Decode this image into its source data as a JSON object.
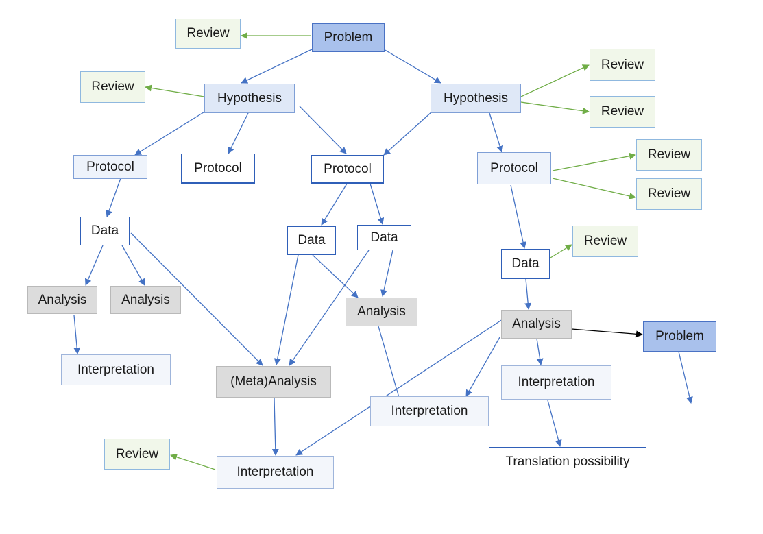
{
  "colors": {
    "blue_arrow": "#4472c4",
    "green_arrow": "#70ad47",
    "black_arrow": "#000000"
  },
  "nodes": {
    "review_top": "Review",
    "problem_top": "Problem",
    "review_left": "Review",
    "hypothesis_left": "Hypothesis",
    "hypothesis_right": "Hypothesis",
    "review_r1": "Review",
    "review_r2": "Review",
    "protocol_1": "Protocol",
    "protocol_2": "Protocol",
    "protocol_3": "Protocol",
    "protocol_4": "Protocol",
    "review_r3": "Review",
    "review_r4": "Review",
    "data_1": "Data",
    "data_2": "Data",
    "data_3": "Data",
    "review_r5": "Review",
    "data_4": "Data",
    "analysis_1": "Analysis",
    "analysis_2": "Analysis",
    "analysis_3": "Analysis",
    "analysis_4": "Analysis",
    "problem_right": "Problem",
    "interpretation_1": "Interpretation",
    "meta_analysis": "(Meta)Analysis",
    "interpretation_2": "Interpretation",
    "interpretation_3": "Interpretation",
    "review_bottom": "Review",
    "interpretation_4": "Interpretation",
    "translation": "Translation possibility"
  }
}
